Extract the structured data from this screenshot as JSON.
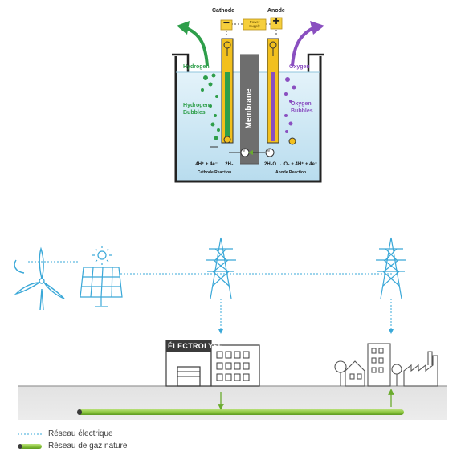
{
  "cell": {
    "cathode_label": "Cathode",
    "anode_label": "Anode",
    "power_supply_label": "Power Supply",
    "minus_sign": "−",
    "plus_sign": "+",
    "hydrogen_label": "Hydrogen",
    "oxygen_label": "Oxygen",
    "hydrogen_bubbles_label": "Hydrogen Bubbles",
    "oxygen_bubbles_label": "Oxygen Bubbles",
    "membrane_label": "Membrane",
    "cathode_reaction_formula": "4H⁺ + 4e⁻ → 2H₂",
    "cathode_reaction_label": "Cathode Reaction",
    "anode_reaction_formula": "2H₂O → O₂ + 4H⁺ + 4e⁻",
    "anode_reaction_label": "Anode Reaction",
    "electron_symbol": "e⁻",
    "colors": {
      "hydrogen": "#2e9e4a",
      "oxygen": "#8a4fc0",
      "electrode": "#f2c01e",
      "membrane": "#6e6e6e",
      "water": "#c9e6f2"
    }
  },
  "grid": {
    "electrolyse_label": "ÉLECTROLYSE",
    "colors": {
      "line": "#3aa8d8",
      "gas": "#8cc63f"
    }
  },
  "legend": {
    "electric_label": "Réseau électrique",
    "gas_label": "Réseau de gaz naturel"
  }
}
